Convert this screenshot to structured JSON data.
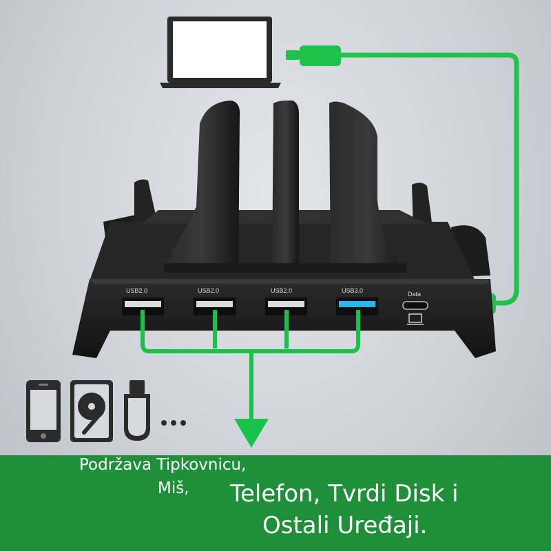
{
  "ports": {
    "port1": "USB2.0",
    "port2": "USB2.0",
    "port3": "USB2.0",
    "port4": "USB3.0",
    "data": "Data"
  },
  "banner": {
    "line1": "Podržava Tipkovnicu,",
    "line2": "Miš,",
    "line3": "Telefon, Tvrdi Disk i",
    "line4": "Ostali Uređaji."
  },
  "colors": {
    "accent_green": "#17c24a",
    "banner_green": "#1f8f3a",
    "usb3_blue": "#2fb6e8",
    "device_black": "#1b1b1b"
  },
  "icons": [
    "laptop-icon",
    "phone-icon",
    "hard-disk-icon",
    "usb-flash-drive-icon",
    "more-dots-icon"
  ]
}
